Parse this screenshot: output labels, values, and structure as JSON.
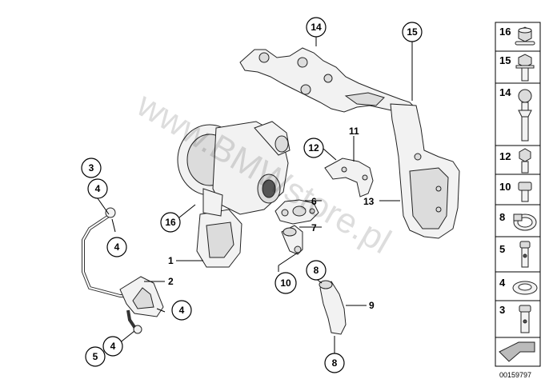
{
  "watermark": "www.BMWstore.pl",
  "image_ref": "00159797",
  "callouts": {
    "turbocharger": "1",
    "oil_return_pipe": "2",
    "oil_feed_pipe_top": "3",
    "gasket_top": "4",
    "oil_pipe_fitting": "4",
    "gasket_lower": "4",
    "gasket_bottom": "4",
    "banjo_bolt": "5",
    "gasket_6": "6",
    "oil_line_7": "7",
    "hose_clamp_top": "8",
    "hose_clamp_bottom": "8",
    "oil_return_hose": "9",
    "stud_10": "10",
    "bracket": "11",
    "bolt_12": "12",
    "heat_shield": "13",
    "stud_14": "14",
    "bolt_15": "15",
    "nut_16": "16"
  },
  "legend": [
    "16",
    "15",
    "14",
    "12",
    "10",
    "8",
    "5",
    "4",
    "3"
  ]
}
